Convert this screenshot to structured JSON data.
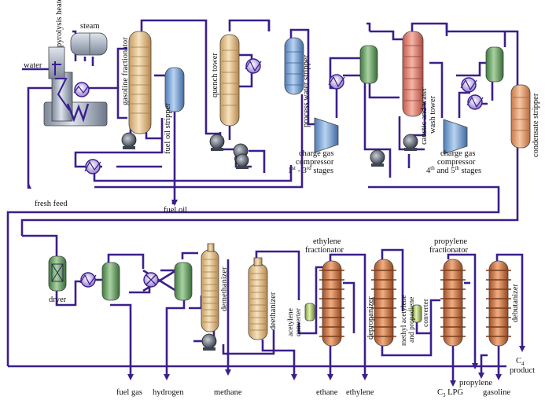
{
  "labels": {
    "pyrolysis_heater": "pyrolysis heater",
    "steam": "steam",
    "water": "water",
    "gasoline_fractionator": "gasoline fractionator",
    "fuel_oil_stripper": "fuel oil stripper",
    "quench_tower": "quench tower",
    "process_water_stripper": "process water stripper",
    "charge_gas_compressor_1": [
      "charge gas",
      "compressor"
    ],
    "stages_1_3": {
      "a": "1",
      "a_sup": "st",
      "mid": " - 3",
      "b_sup": "rd",
      "end": " stages"
    },
    "caustic_water_wash": [
      "caustic and water",
      "wash tower"
    ],
    "charge_gas_compressor_2": [
      "charge gas",
      "compressor"
    ],
    "stages_4_5": {
      "a": "4",
      "a_sup": "th",
      "mid": " and 5",
      "b_sup": "th",
      "end": " stages"
    },
    "condensate_stripper": "condensate stripper",
    "fresh_feed": "fresh feed",
    "fuel_oil": "fuel oil",
    "dryer": "dryer",
    "demethanizer": "demethanizer",
    "deethanizer": "deethanizer",
    "acetylene_converter": [
      "acetylene",
      "converter"
    ],
    "ethylene_fractionator": [
      "ethylene",
      "fractionator"
    ],
    "depropanizer": "depropanizer",
    "mapd_converter": [
      "methyl acetylene",
      "and propadiene",
      "converter"
    ],
    "propylene_fractionator": [
      "propylene",
      "fractionator"
    ],
    "debutanizer": "debutanizer",
    "c4_product": {
      "c": "C",
      "sub": "4",
      "word": "product"
    },
    "fuel_gas": "fuel gas",
    "hydrogen": "hydrogen",
    "methane": "methane",
    "ethane": "ethane",
    "ethylene": "ethylene",
    "c3_lpg": {
      "c": "C",
      "sub": "3",
      "word": " LPG"
    },
    "propylene": "propylene",
    "gasoline": "gasoline"
  },
  "colors": {
    "pipe": "#3a1f8c",
    "gasoline_fractionator": "#e9c99a",
    "fuel_oil_stripper": "#7fa8d8",
    "quench_tower": "#e9c99a",
    "process_water_stripper": "#7fa8d8",
    "drum_green": "#6aa06a",
    "caustic_tower": "#e58a7a",
    "condensate_stripper": "#e6a27a",
    "compressor": "#7fa8d8",
    "heater": "#9aa8bc",
    "exchanger": "#b59ad8",
    "demethanizer": "#e9c99a",
    "deethanizer": "#f0d8a8",
    "fractionator_copper": "#d0784a",
    "converter": "#b8d080"
  }
}
